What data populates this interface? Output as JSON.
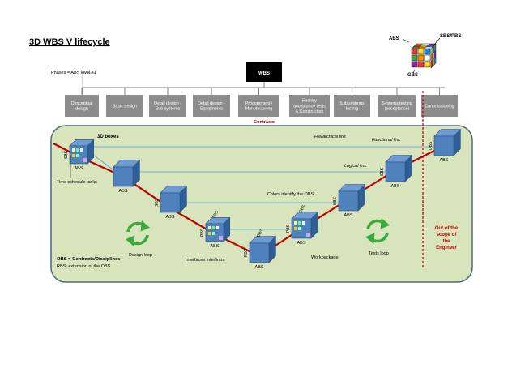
{
  "title": "3D WBS V lifecycle",
  "phases_label": "Phases = ABS level #1",
  "root_label": "WBS",
  "phases": [
    {
      "lines": [
        "Conceptual",
        "design"
      ]
    },
    {
      "lines": [
        "Basic design"
      ]
    },
    {
      "lines": [
        "Detail design -",
        "Sub systems"
      ]
    },
    {
      "lines": [
        "Detail design -",
        "Equipments"
      ]
    },
    {
      "lines": [
        "Procurement /",
        "Manufacturing"
      ]
    },
    {
      "lines": [
        "Factory",
        "acceptance tests",
        "& Construction"
      ]
    },
    {
      "lines": [
        "Sub systems",
        "testing"
      ]
    },
    {
      "lines": [
        "Systems testing",
        "(acceptance)"
      ]
    },
    {
      "lines": [
        "Commissioning"
      ]
    }
  ],
  "contracts_label": "Contracts",
  "boxes_3d_label": "3D boxes",
  "time_schedule_label": "Time schedule tasks",
  "hierarchical_link_label": "Hierarchical link",
  "functional_link_label": "Functional link",
  "logical_link_label": "Logical link",
  "colors_obs_label": "Colors identify the OBS",
  "design_loop_label": "Design loop",
  "interfaces_label": "Interfaces inter/intra",
  "workpackage_label": "Workpackage",
  "tests_loop_label": "Tests loop",
  "out_of_scope_lines": [
    "Out of the",
    "scope of",
    "the",
    "Engineer"
  ],
  "obs_note": "OBS = Contracts/Disciplines",
  "rbs_note": "RBS: extension of the OBS",
  "cube_labels": {
    "sbs": "SBS",
    "abs": "ABS",
    "obs": "OBS",
    "pbs": "PBS"
  },
  "axis_cube": {
    "abs": "ABS",
    "sbs_pbs": "SBS/PBS",
    "gbs": "GBS"
  },
  "colors": {
    "panel_fill": "#d8e4bc",
    "panel_stroke": "#4a6b7c",
    "phase_box": "#8c8c8c",
    "cube_front": "#4f81bd",
    "v_line": "#c00000",
    "loop_arrow": "#3aaa3a",
    "out_of_scope": "#c00000"
  }
}
